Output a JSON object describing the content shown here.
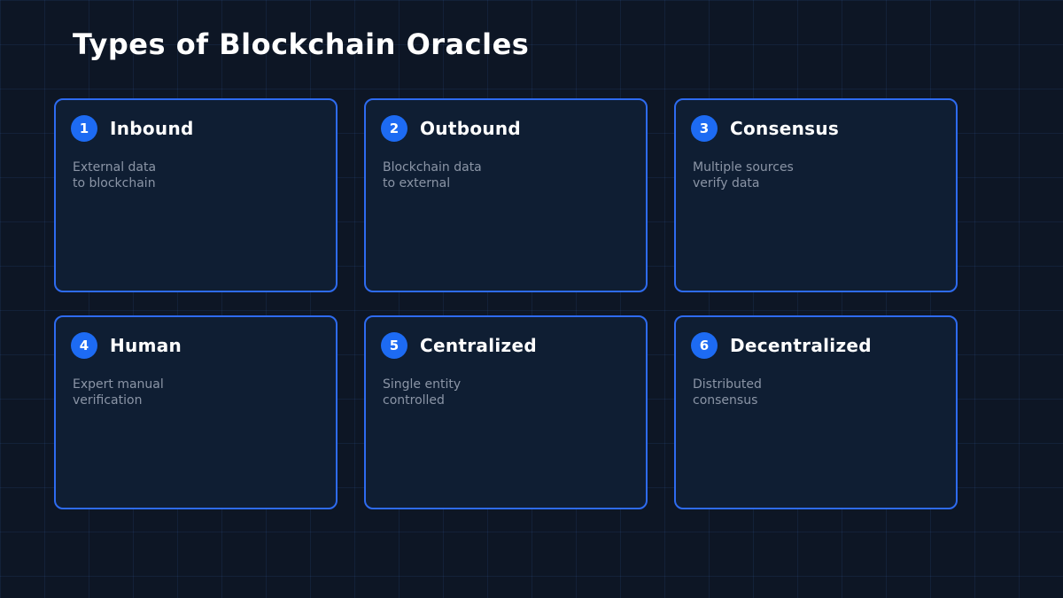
{
  "page": {
    "title": "Types of Blockchain Oracles"
  },
  "colors": {
    "background": "#0d1625",
    "grid_line": "#20355a",
    "card_background": "#0f1e33",
    "card_border": "#2e6bf0",
    "badge_background": "#1d6bf3",
    "badge_text": "#ffffff",
    "card_title_text": "#ffffff",
    "description_text": "#8b95a6"
  },
  "cards": [
    {
      "number": "1",
      "title": "Inbound",
      "description_line1": "External data",
      "description_line2": "to blockchain"
    },
    {
      "number": "2",
      "title": "Outbound",
      "description_line1": "Blockchain data",
      "description_line2": "to external"
    },
    {
      "number": "3",
      "title": "Consensus",
      "description_line1": "Multiple sources",
      "description_line2": "verify data"
    },
    {
      "number": "4",
      "title": "Human",
      "description_line1": "Expert manual",
      "description_line2": "verification"
    },
    {
      "number": "5",
      "title": "Centralized",
      "description_line1": "Single entity",
      "description_line2": "controlled"
    },
    {
      "number": "6",
      "title": "Decentralized",
      "description_line1": "Distributed",
      "description_line2": "consensus"
    }
  ]
}
